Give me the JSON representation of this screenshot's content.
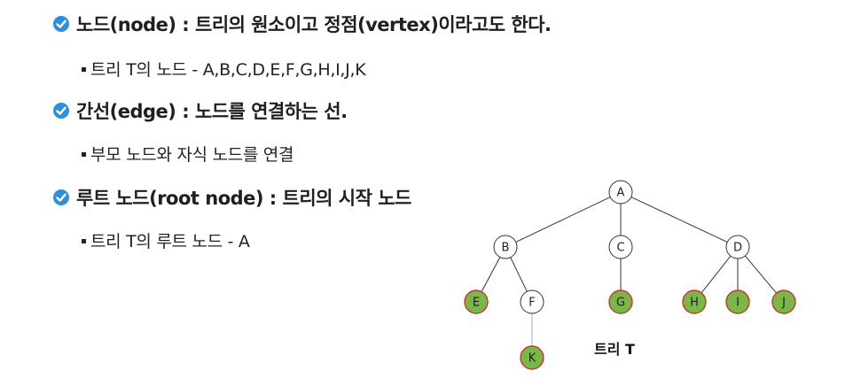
{
  "bullets": [
    {
      "text": "노드(node) : 트리의 원소이고 정점(vertex)이라고도 한다.",
      "sub": "트리 T의 노드 - A,B,C,D,E,F,G,H,I,J,K"
    },
    {
      "text": "간선(edge) : 노드를 연결하는 선.",
      "sub": "부모 노드와 자식 노드를 연결"
    },
    {
      "text": "루트 노드(root node) : 트리의 시작 노드",
      "sub": "트리 T의 루트 노드 - A"
    }
  ],
  "tree": {
    "caption": "트리 T",
    "nodes": [
      {
        "id": "A",
        "label": "A",
        "highlight": false
      },
      {
        "id": "B",
        "label": "B",
        "highlight": false
      },
      {
        "id": "C",
        "label": "C",
        "highlight": false
      },
      {
        "id": "D",
        "label": "D",
        "highlight": false
      },
      {
        "id": "E",
        "label": "E",
        "highlight": true
      },
      {
        "id": "F",
        "label": "F",
        "highlight": false
      },
      {
        "id": "G",
        "label": "G",
        "highlight": true
      },
      {
        "id": "H",
        "label": "H",
        "highlight": true
      },
      {
        "id": "I",
        "label": "I",
        "highlight": true
      },
      {
        "id": "J",
        "label": "J",
        "highlight": true
      },
      {
        "id": "K",
        "label": "K",
        "highlight": true
      }
    ],
    "edges": [
      [
        "A",
        "B"
      ],
      [
        "A",
        "C"
      ],
      [
        "A",
        "D"
      ],
      [
        "B",
        "E"
      ],
      [
        "B",
        "F"
      ],
      [
        "C",
        "G"
      ],
      [
        "D",
        "H"
      ],
      [
        "D",
        "I"
      ],
      [
        "D",
        "J"
      ],
      [
        "F",
        "K"
      ]
    ],
    "colors": {
      "leaf_fill": "#7ab648",
      "leaf_stroke": "#c0392b",
      "inner_fill": "#ffffff",
      "inner_stroke": "#333333",
      "edge": "#333333",
      "edge_light": "#9fb9cc",
      "bullet_icon": "#2f8fd8"
    }
  }
}
